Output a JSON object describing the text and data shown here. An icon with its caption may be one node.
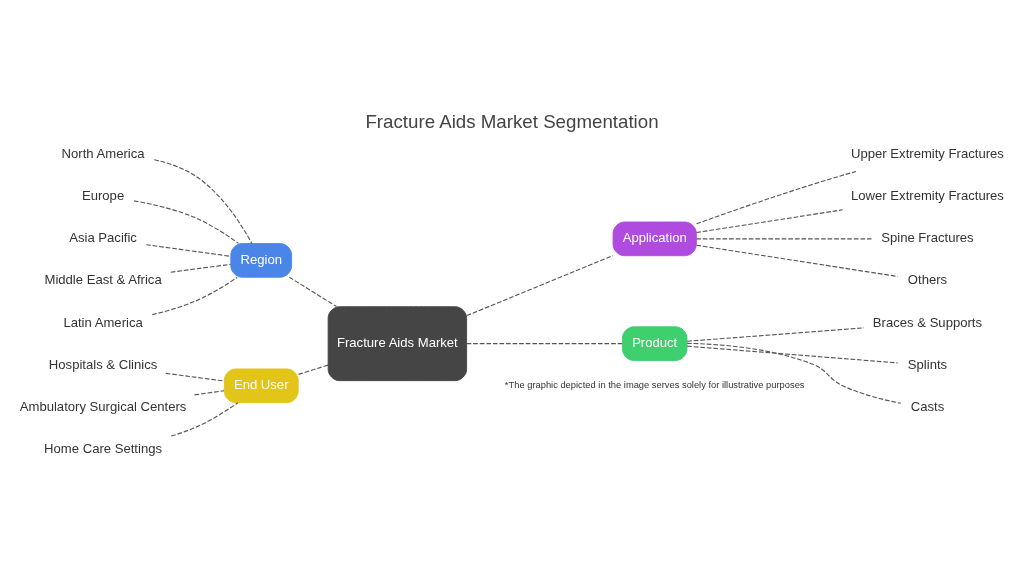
{
  "diagram": {
    "title": "Fracture Aids Market Segmentation",
    "nodes": [
      {
        "text": [
          "Fracture Aids Market"
        ]
      },
      {
        "text": [
          "Region"
        ]
      },
      {
        "text": [
          "North America"
        ]
      },
      {
        "text": [
          "Europe"
        ]
      },
      {
        "text": [
          "Asia Pacific"
        ]
      },
      {
        "text": [
          "Middle East & Africa"
        ]
      },
      {
        "text": [
          "Latin America"
        ]
      },
      {
        "text": [
          "End User"
        ]
      },
      {
        "text": [
          "Hospitals & Clinics"
        ]
      },
      {
        "text": [
          "Ambulatory Surgical Centers"
        ]
      },
      {
        "text": [
          "Home Care Settings"
        ]
      },
      {
        "text": [
          "Application"
        ]
      },
      {
        "text": [
          "Upper Extremity Fractures"
        ]
      },
      {
        "text": [
          "Lower Extremity Fractures"
        ]
      },
      {
        "text": [
          "Spine Fractures"
        ]
      },
      {
        "text": [
          "Others"
        ]
      },
      {
        "text": [
          "Product"
        ]
      },
      {
        "text": [
          "Braces & Supports"
        ]
      },
      {
        "text": [
          "Splints"
        ]
      },
      {
        "text": [
          "Casts"
        ]
      }
    ],
    "edges": [
      {
        "from": 0,
        "to": 1,
        "arrow": "none",
        "style": "dashed"
      },
      {
        "from": 1,
        "to": 2,
        "arrow": "none",
        "style": "dashed"
      },
      {
        "from": 1,
        "to": 3,
        "arrow": "none",
        "style": "dashed"
      },
      {
        "from": 1,
        "to": 4,
        "arrow": "none",
        "style": "dashed"
      },
      {
        "from": 1,
        "to": 5,
        "arrow": "none",
        "style": "dashed"
      },
      {
        "from": 1,
        "to": 6,
        "arrow": "none",
        "style": "dashed"
      },
      {
        "from": 0,
        "to": 7,
        "arrow": "none",
        "style": "dashed"
      },
      {
        "from": 7,
        "to": 8,
        "arrow": "none",
        "style": "dashed"
      },
      {
        "from": 7,
        "to": 9,
        "arrow": "none",
        "style": "dashed"
      },
      {
        "from": 7,
        "to": 10,
        "arrow": "none",
        "style": "dashed"
      },
      {
        "from": 0,
        "to": 11,
        "arrow": "none",
        "style": "dashed"
      },
      {
        "from": 11,
        "to": 12,
        "arrow": "none",
        "style": "dashed"
      },
      {
        "from": 11,
        "to": 13,
        "arrow": "none",
        "style": "dashed"
      },
      {
        "from": 11,
        "to": 14,
        "arrow": "none",
        "style": "dashed"
      },
      {
        "from": 11,
        "to": 15,
        "arrow": "none",
        "style": "dashed"
      },
      {
        "from": 0,
        "to": 16,
        "arrow": "none",
        "style": "dashed"
      },
      {
        "from": 16,
        "to": 17,
        "arrow": "none",
        "style": "dashed"
      },
      {
        "from": 16,
        "to": 18,
        "arrow": "none",
        "style": "dashed"
      },
      {
        "from": 16,
        "to": 19,
        "arrow": "none",
        "style": "dashed"
      }
    ],
    "labels": [
      "*The graphic depicted in the image serves solely for illustrative purposes"
    ]
  }
}
